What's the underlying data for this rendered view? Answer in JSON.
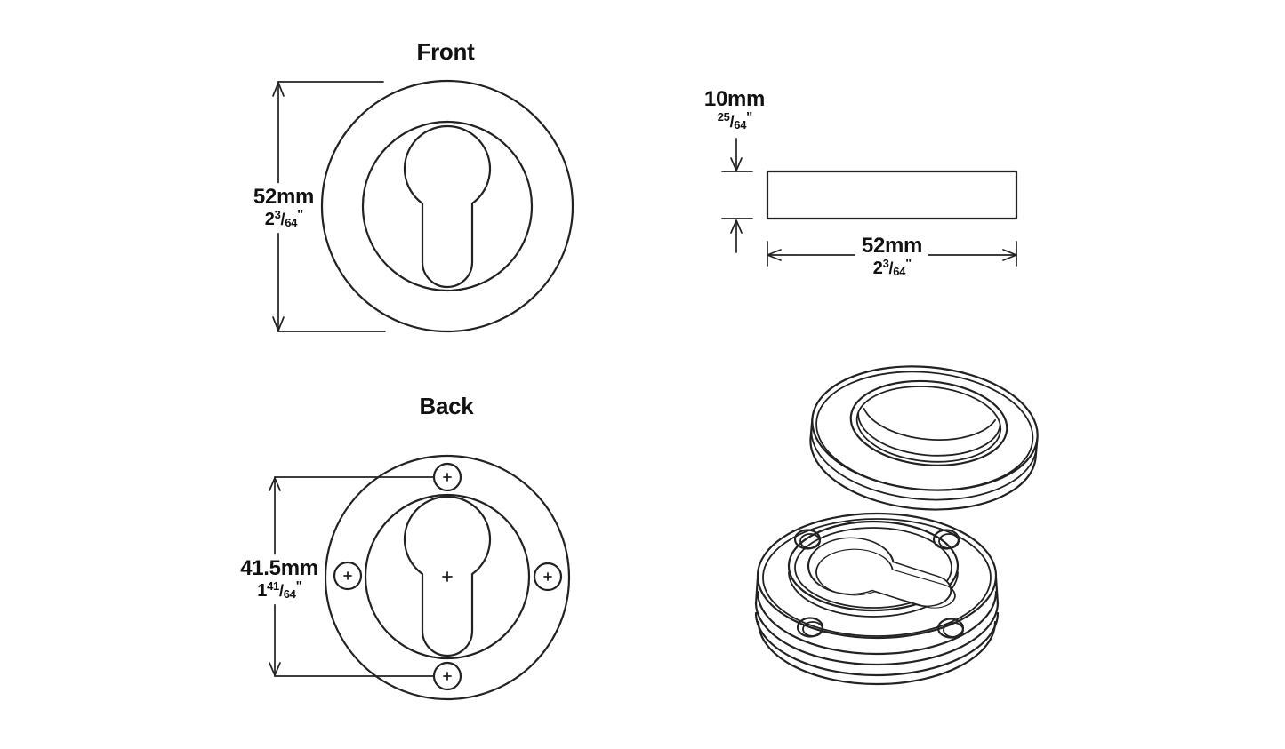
{
  "document": {
    "type": "technical-drawing",
    "subject": "round euro-profile escutcheon plate"
  },
  "colors": {
    "line": "#222222",
    "text": "#111111",
    "background": "#ffffff"
  },
  "symbols": {
    "fraction_slash": "/",
    "inch": "\""
  },
  "front_view": {
    "title": "Front",
    "diameter_dimension": {
      "metric": "52mm",
      "imperial_whole": "2",
      "imperial_numerator": "3",
      "imperial_denominator": "64"
    }
  },
  "side_view": {
    "thickness_dimension": {
      "metric": "10mm",
      "imperial_whole": "",
      "imperial_numerator": "25",
      "imperial_denominator": "64"
    },
    "width_dimension": {
      "metric": "52mm",
      "imperial_whole": "2",
      "imperial_numerator": "3",
      "imperial_denominator": "64"
    }
  },
  "back_view": {
    "title": "Back",
    "hole_spacing_dimension": {
      "metric": "41.5mm",
      "imperial_whole": "1",
      "imperial_numerator": "41",
      "imperial_denominator": "64"
    }
  }
}
